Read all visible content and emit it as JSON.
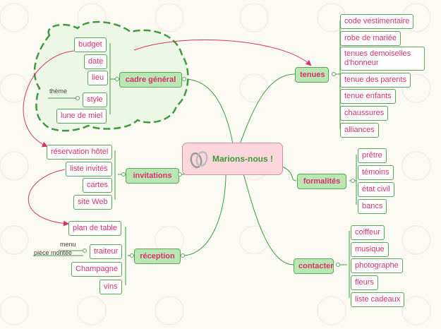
{
  "central": {
    "title": "Marions-nous !"
  },
  "branches": {
    "cadre": "cadre général",
    "invitations": "invitations",
    "reception": "réception",
    "tenues": "tenues",
    "formalites": "formalités",
    "contacter": "contacter"
  },
  "cadre_items": [
    "budget",
    "date",
    "lieu",
    "style",
    "lune de miel"
  ],
  "style_sub": "thème",
  "invitations_items": [
    "réservation hôtel",
    "liste invités",
    "cartes",
    "site Web"
  ],
  "reception_items": [
    "plan de table",
    "traiteur",
    "Champagne",
    "vins"
  ],
  "traiteur_sub": [
    "menu",
    "pièce montée"
  ],
  "tenues_items": [
    "code vestimentaire",
    "robe de mariée",
    "tenues demoiselles d'honneur",
    "tenue des parents",
    "tenue enfants",
    "chaussures",
    "alliances"
  ],
  "formalites_items": [
    "prêtre",
    "témoins",
    "état civil",
    "bancs"
  ],
  "contacter_items": [
    "coiffeur",
    "musique",
    "photographe",
    "fleurs",
    "liste cadeaux"
  ],
  "colors": {
    "link": "#3f9a3f",
    "text": "#d6336c",
    "branch_fill": "#b9e6b3",
    "central_fill": "#fbd7dd",
    "cloud_fill": "#edf7e6",
    "relation": "#d6336c"
  }
}
